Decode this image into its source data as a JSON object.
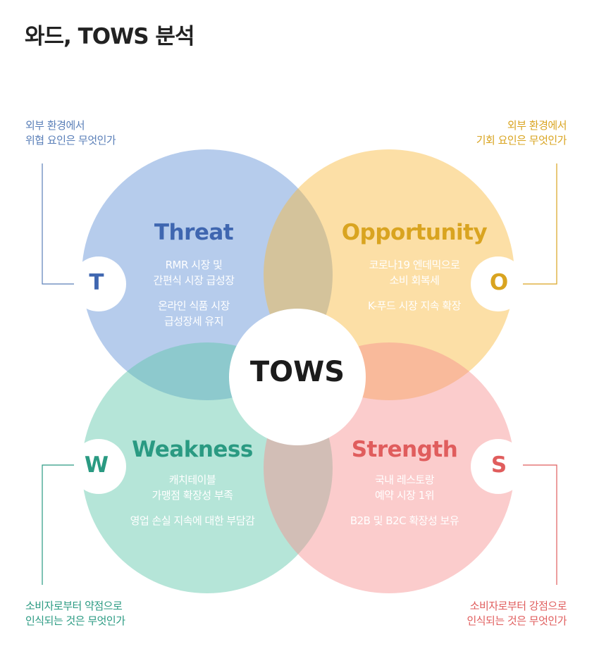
{
  "title": "와드, TOWS 분석",
  "center": "TOWS",
  "colors": {
    "threat": "#5a7fb8",
    "opportunity": "#d9a420",
    "weakness": "#2a9a82",
    "strength": "#e05d5d"
  },
  "quadrants": {
    "threat": {
      "letter": "T",
      "title": "Threat",
      "lines": [
        "RMR 시장 및",
        "간편식 시장 급성장",
        "온라인 식품 시장",
        "급성장세 유지"
      ],
      "note": [
        "외부 환경에서",
        "위협 요인은 무엇인가"
      ]
    },
    "opportunity": {
      "letter": "O",
      "title": "Opportunity",
      "lines": [
        "코로나19 엔데믹으로",
        "소비 회복세",
        "K-푸드 시장 지속 확장"
      ],
      "note": [
        "외부 환경에서",
        "기회 요인은 무엇인가"
      ]
    },
    "weakness": {
      "letter": "W",
      "title": "Weakness",
      "lines": [
        "캐치테이블",
        "가맹점 확장성 부족",
        "영업 손실 지속에 대한 부담감"
      ],
      "note": [
        "소비자로부터 약점으로",
        "인식되는 것은 무엇인가"
      ]
    },
    "strength": {
      "letter": "S",
      "title": "Strength",
      "lines": [
        "국내 레스토랑",
        "예약 시장 1위",
        "B2B 및 B2C 확장성 보유"
      ],
      "note": [
        "소비자로부터 강점으로",
        "인식되는 것은 무엇인가"
      ]
    }
  }
}
